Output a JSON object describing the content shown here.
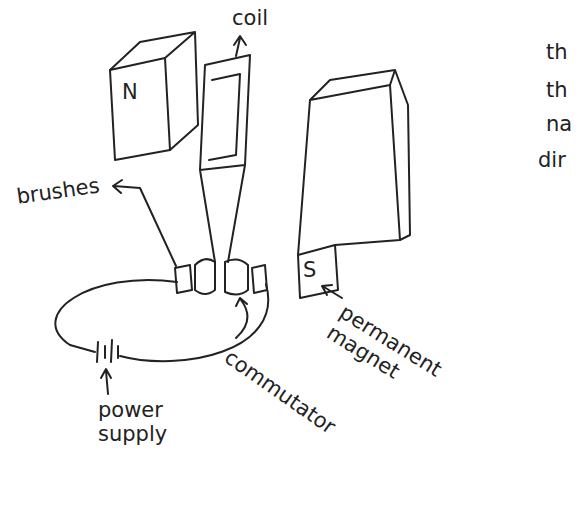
{
  "diagram": {
    "labels": [
      "coil",
      "brushes",
      "N",
      "S",
      "permanent magnet",
      "commutator",
      "power supply",
      "th",
      "th",
      "na",
      "dir"
    ]
  }
}
